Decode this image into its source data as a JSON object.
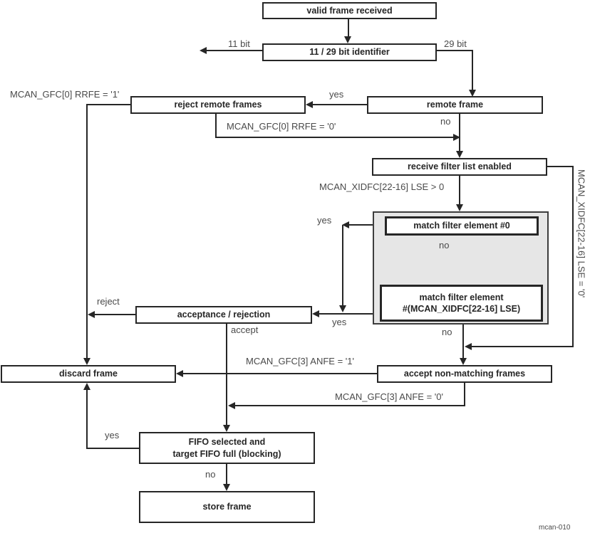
{
  "figure_id": "mcan-010",
  "colors": {
    "line": "#262626",
    "edge_label": "#4a4a4a",
    "group_fill": "#e6e6e6",
    "node_fill": "#ffffff"
  },
  "nodes": {
    "valid_frame_received": "valid frame received",
    "identifier": "11 / 29 bit identifier",
    "reject_remote_frames": "reject remote frames",
    "remote_frame": "remote frame",
    "receive_filter_list_enabled": "receive filter list enabled",
    "match_filter_element_0": "match filter element #0",
    "match_filter_element_lse": "match filter element\n#(MCAN_XIDFC[22-16] LSE)",
    "acceptance_rejection": "acceptance / rejection",
    "discard_frame": "discard frame",
    "accept_non_matching_frames": "accept non-matching frames",
    "fifo_selected": "FIFO selected and\ntarget FIFO full (blocking)",
    "store_frame": "store frame"
  },
  "edge_labels": {
    "bit11": "11 bit",
    "bit29": "29 bit",
    "yes_remote": "yes",
    "no_remote": "no",
    "rrfe1": "MCAN_GFC[0] RRFE = '1'",
    "rrfe0": "MCAN_GFC[0] RRFE = '0'",
    "lse_gt0": "MCAN_XIDFC[22-16] LSE > 0",
    "lse_eq0": "MCAN_XIDFC[22-16] LSE = '0'",
    "yes_match0": "yes",
    "no_match0": "no",
    "yes_match_lse": "yes",
    "no_match_lse": "no",
    "reject": "reject",
    "accept": "accept",
    "anfe1": "MCAN_GFC[3] ANFE = '1'",
    "anfe0": "MCAN_GFC[3] ANFE = '0'",
    "yes_fifo": "yes",
    "no_fifo": "no"
  }
}
